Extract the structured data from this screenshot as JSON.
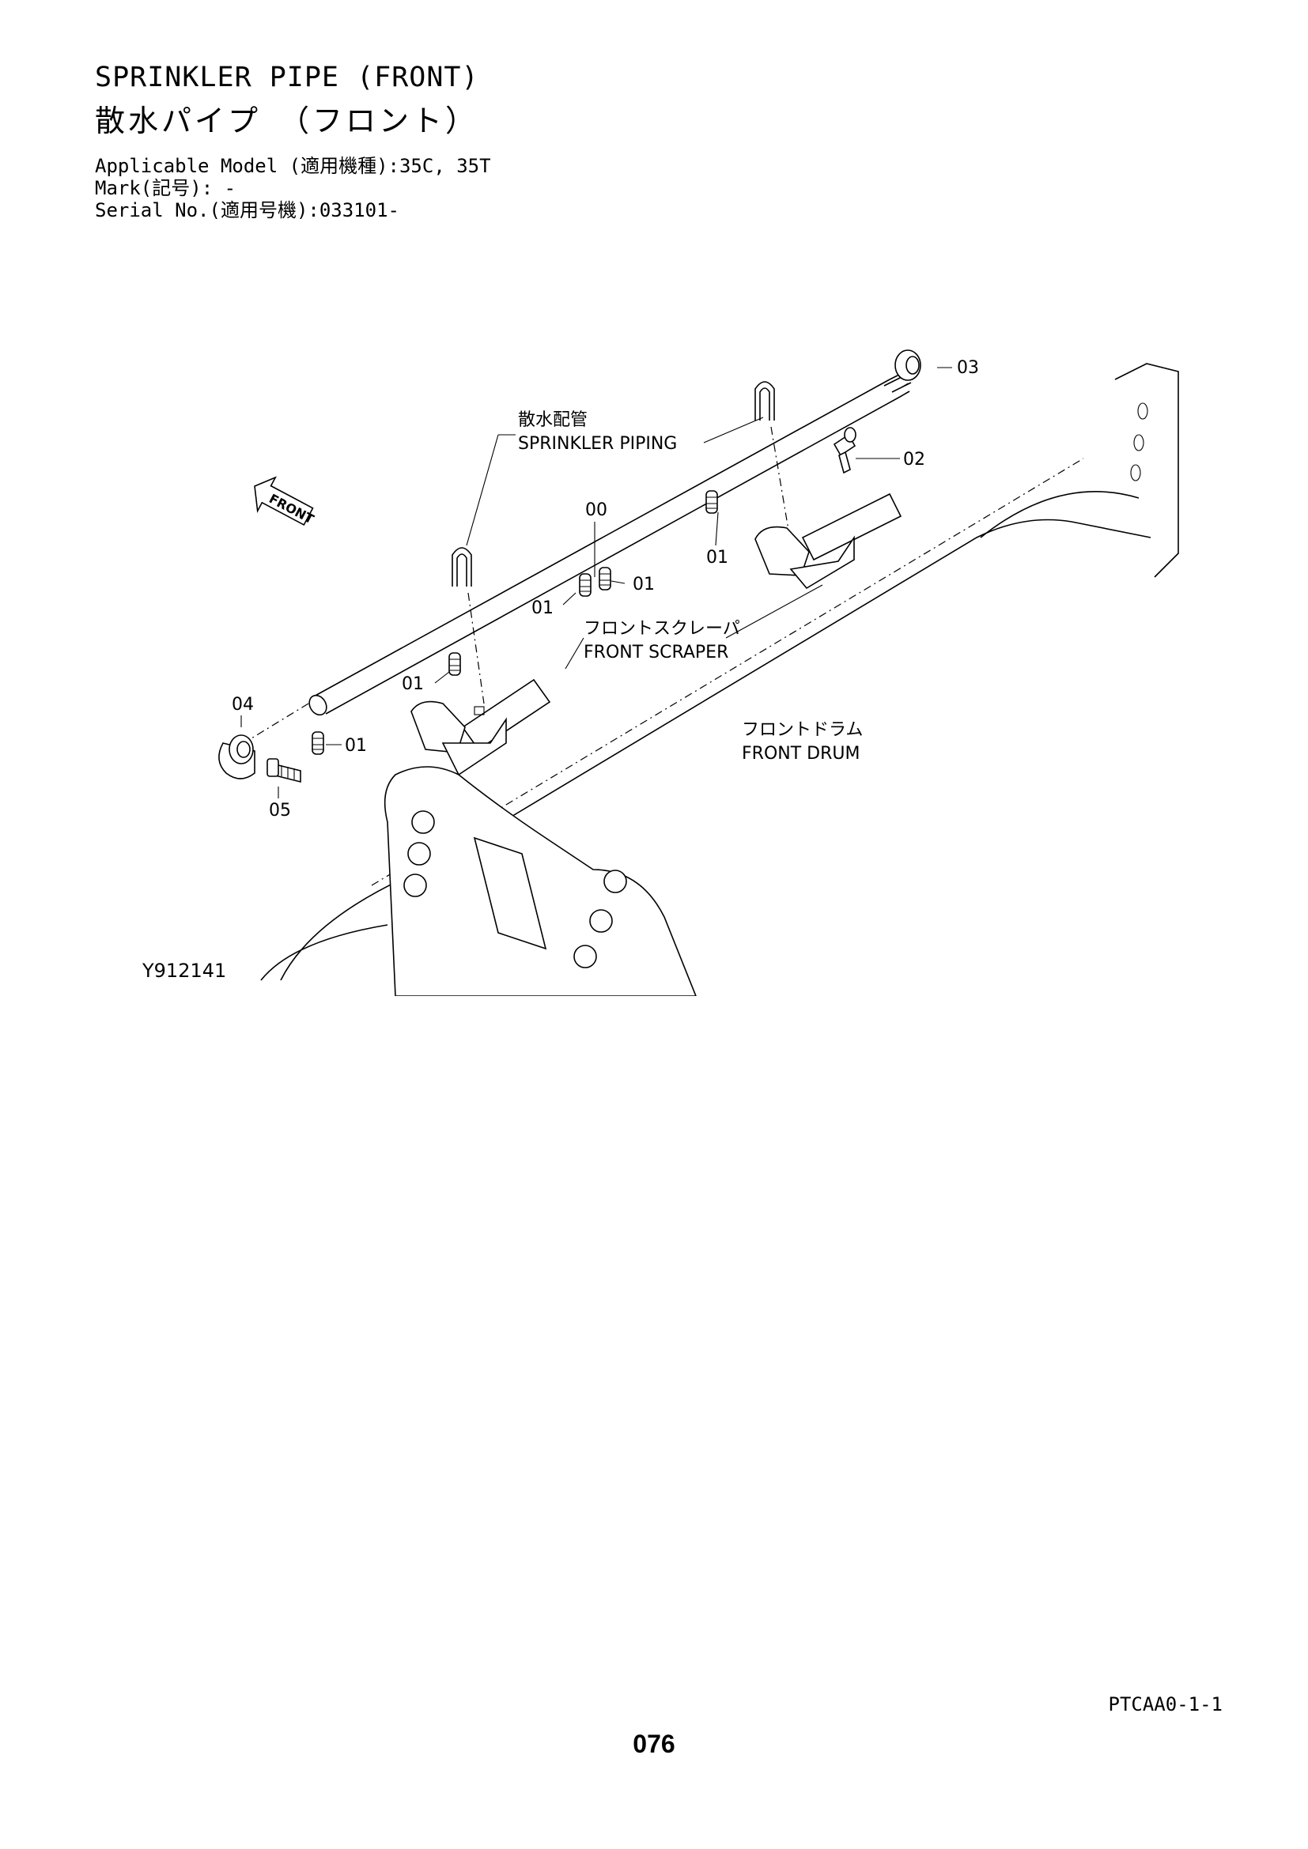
{
  "header": {
    "title_en": "SPRINKLER PIPE (FRONT)",
    "title_jp": "散水パイプ　（フロント）",
    "model": "Applicable Model (適用機種):35C, 35T",
    "mark": "Mark(記号): -",
    "serial": "Serial No.(適用号機):033101-"
  },
  "diagram": {
    "front_label": "FRONT",
    "piping_jp": "散水配管",
    "piping_en": "SPRINKLER PIPING",
    "scraper_jp": "フロントスクレーパ",
    "scraper_en": "FRONT SCRAPER",
    "drum_jp": "フロントドラム",
    "drum_en": "FRONT DRUM",
    "illustration_id": "Y912141",
    "callouts": {
      "c00": "00",
      "c01a": "01",
      "c01b": "01",
      "c01c": "01",
      "c01d": "01",
      "c01e": "01",
      "c02": "02",
      "c03": "03",
      "c04": "04",
      "c05": "05"
    }
  },
  "footer": {
    "doc_ref": "PTCAA0-1-1",
    "page_number": "076"
  }
}
